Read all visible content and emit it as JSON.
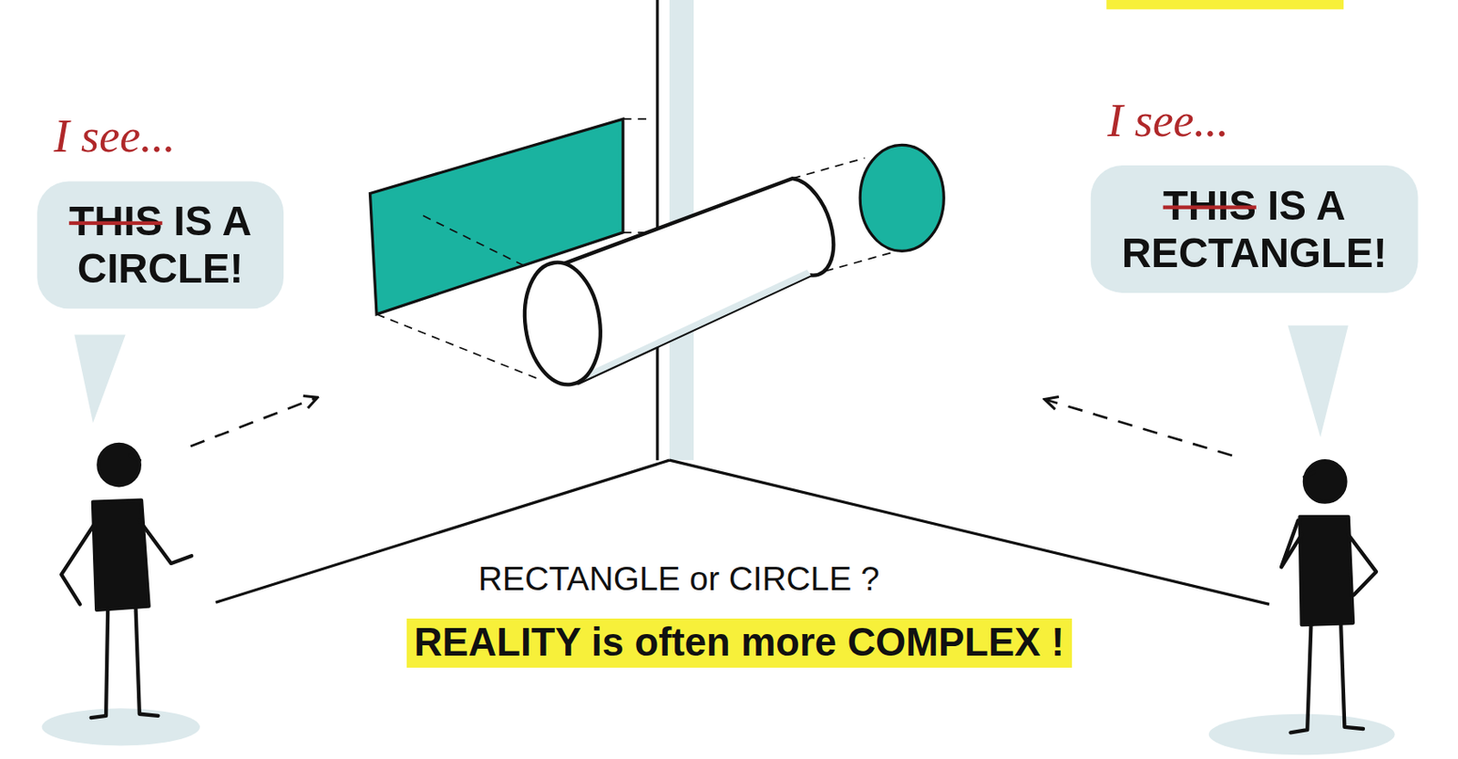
{
  "diagram": {
    "nodes": [
      {
        "text": [
          "I see...",
          "THIS",
          "IS A CIRCLE!"
        ]
      },
      {
        "text": [
          "I see...",
          "THIS",
          "IS A RECTANGLE!"
        ]
      }
    ],
    "labels": [
      "RECTANGLE or CIRCLE ?",
      "REALITY is often more COMPLEX !"
    ]
  }
}
